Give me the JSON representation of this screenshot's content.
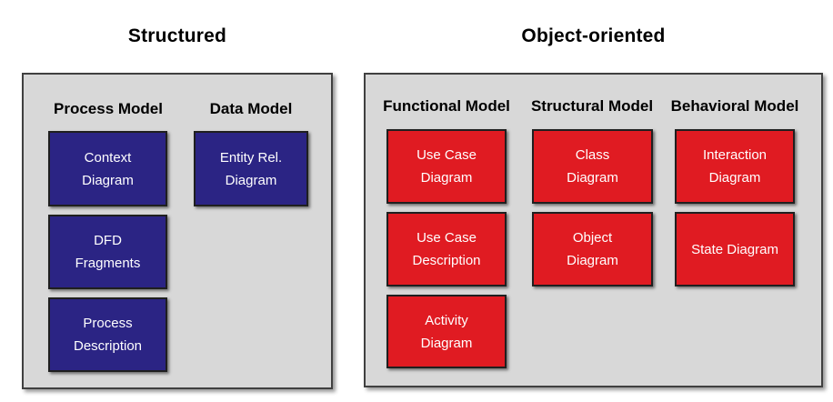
{
  "colors": {
    "panel_bg": "#d8d8d8",
    "panel_border": "#404040",
    "blue_box": "#2b2484",
    "red_box": "#e01b22",
    "box_border": "#1f1f1f",
    "box_text": "#ffffff",
    "title_text": "#000000"
  },
  "slide": {
    "groups": [
      {
        "title": "Structured",
        "box_color": "#2b2484",
        "columns": [
          {
            "header": "Process Model",
            "boxes": [
              {
                "label": "Context Diagram",
                "lines": [
                  "Context",
                  "Diagram"
                ]
              },
              {
                "label": "DFD Fragments",
                "lines": [
                  "DFD",
                  "Fragments"
                ]
              },
              {
                "label": "Process Description",
                "lines": [
                  "Process",
                  "Description"
                ]
              }
            ]
          },
          {
            "header": "Data Model",
            "boxes": [
              {
                "label": "Entity Rel. Diagram",
                "lines": [
                  "Entity Rel.",
                  "Diagram"
                ]
              }
            ]
          }
        ]
      },
      {
        "title": "Object-oriented",
        "box_color": "#e01b22",
        "columns": [
          {
            "header": "Functional Model",
            "boxes": [
              {
                "label": "Use Case Diagram",
                "lines": [
                  "Use Case",
                  "Diagram"
                ]
              },
              {
                "label": "Use Case Description",
                "lines": [
                  "Use Case",
                  "Description"
                ]
              },
              {
                "label": "Activity Diagram",
                "lines": [
                  "Activity",
                  "Diagram"
                ]
              }
            ]
          },
          {
            "header": "Structural Model",
            "boxes": [
              {
                "label": "Class Diagram",
                "lines": [
                  "Class",
                  "Diagram"
                ]
              },
              {
                "label": "Object Diagram",
                "lines": [
                  "Object",
                  "Diagram"
                ]
              }
            ]
          },
          {
            "header": "Behavioral Model",
            "boxes": [
              {
                "label": "Interaction Diagram",
                "lines": [
                  "Interaction",
                  "Diagram"
                ]
              },
              {
                "label": "State Diagram",
                "lines": [
                  "State Diagram"
                ]
              }
            ]
          }
        ]
      }
    ]
  }
}
